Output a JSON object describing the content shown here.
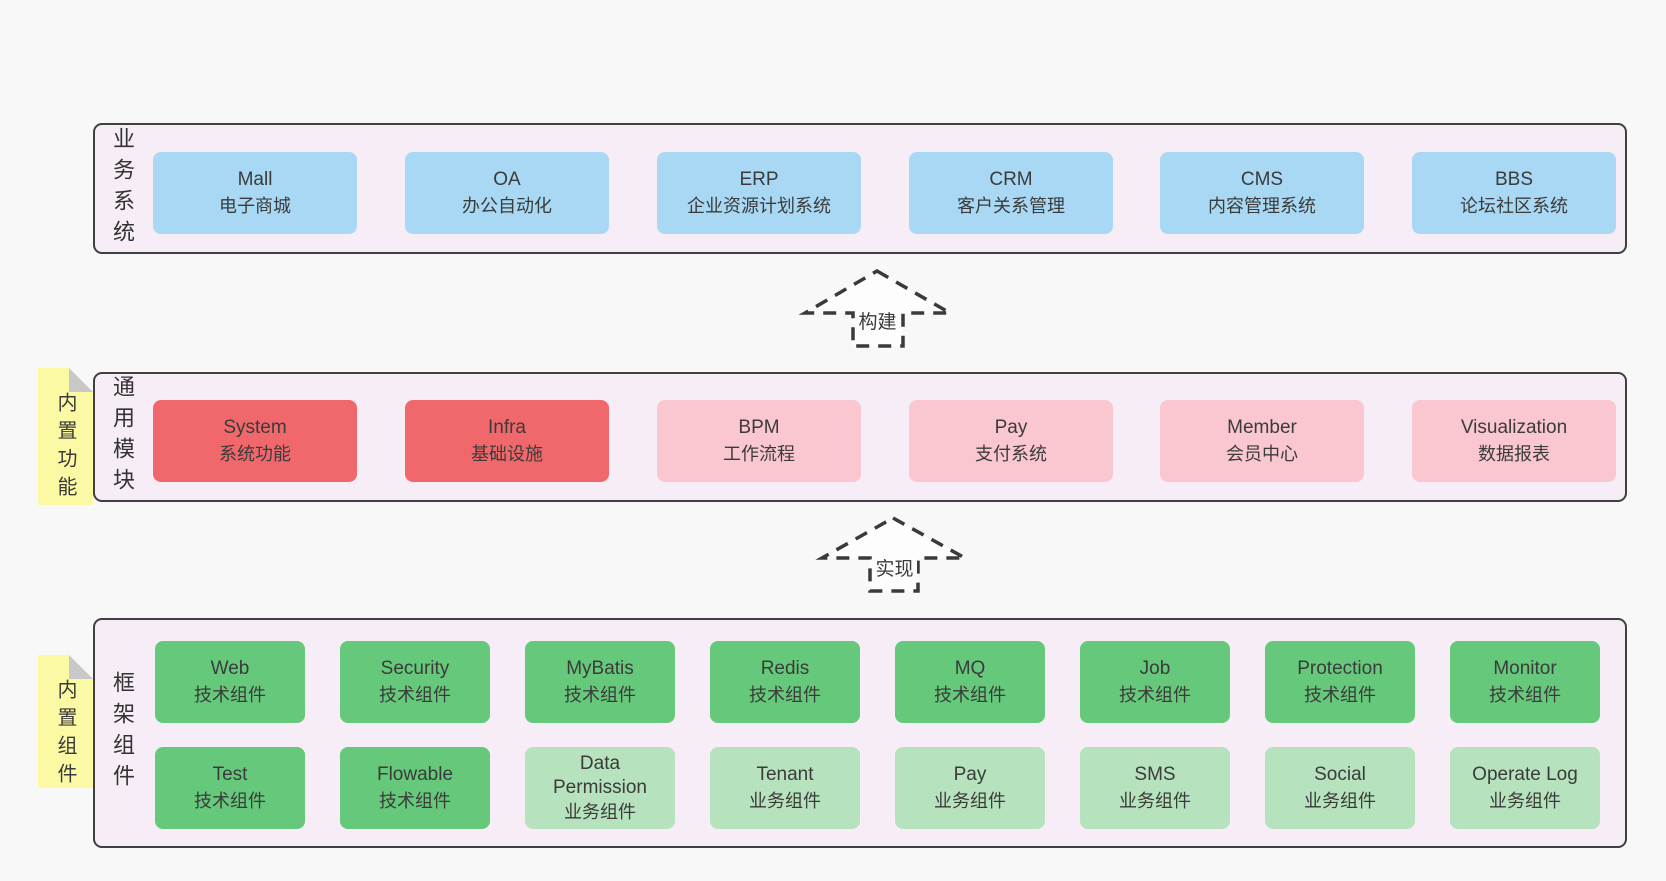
{
  "colors": {
    "page_bg": "#f8f8f8",
    "band_bg": "#f7edf6",
    "band_border": "#404040",
    "box_blue": "#a8d8f3",
    "box_red": "#f0686c",
    "box_pink": "#fac7d1",
    "box_green_dark": "#66c87a",
    "box_green_light": "#b6e2bd",
    "note_yellow": "#fbf9a3",
    "note_fold_gray": "#c8c8c8",
    "text": "#3b3b3b"
  },
  "bands": {
    "business": {
      "label": "业务系统",
      "boxes": [
        {
          "title": "Mall",
          "subtitle": "电子商城"
        },
        {
          "title": "OA",
          "subtitle": "办公自动化"
        },
        {
          "title": "ERP",
          "subtitle": "企业资源计划系统"
        },
        {
          "title": "CRM",
          "subtitle": "客户关系管理"
        },
        {
          "title": "CMS",
          "subtitle": "内容管理系统"
        },
        {
          "title": "BBS",
          "subtitle": "论坛社区系统"
        }
      ]
    },
    "modules": {
      "label": "通用模块",
      "note": "内置功能",
      "boxes": [
        {
          "title": "System",
          "subtitle": "系统功能"
        },
        {
          "title": "Infra",
          "subtitle": "基础设施"
        },
        {
          "title": "BPM",
          "subtitle": "工作流程"
        },
        {
          "title": "Pay",
          "subtitle": "支付系统"
        },
        {
          "title": "Member",
          "subtitle": "会员中心"
        },
        {
          "title": "Visualization",
          "subtitle": "数据报表"
        }
      ]
    },
    "components": {
      "label": "框架组件",
      "note": "内置组件",
      "row1": [
        {
          "title": "Web",
          "subtitle": "技术组件"
        },
        {
          "title": "Security",
          "subtitle": "技术组件"
        },
        {
          "title": "MyBatis",
          "subtitle": "技术组件"
        },
        {
          "title": "Redis",
          "subtitle": "技术组件"
        },
        {
          "title": "MQ",
          "subtitle": "技术组件"
        },
        {
          "title": "Job",
          "subtitle": "技术组件"
        },
        {
          "title": "Protection",
          "subtitle": "技术组件"
        },
        {
          "title": "Monitor",
          "subtitle": "技术组件"
        }
      ],
      "row2": [
        {
          "title": "Test",
          "subtitle": "技术组件"
        },
        {
          "title": "Flowable",
          "subtitle": "技术组件"
        },
        {
          "title": "Data Permission",
          "subtitle": "业务组件"
        },
        {
          "title": "Tenant",
          "subtitle": "业务组件"
        },
        {
          "title": "Pay",
          "subtitle": "业务组件"
        },
        {
          "title": "SMS",
          "subtitle": "业务组件"
        },
        {
          "title": "Social",
          "subtitle": "业务组件"
        },
        {
          "title": "Operate Log",
          "subtitle": "业务组件"
        }
      ]
    }
  },
  "arrows": {
    "build": {
      "label": "构建"
    },
    "implement": {
      "label": "实现"
    }
  }
}
